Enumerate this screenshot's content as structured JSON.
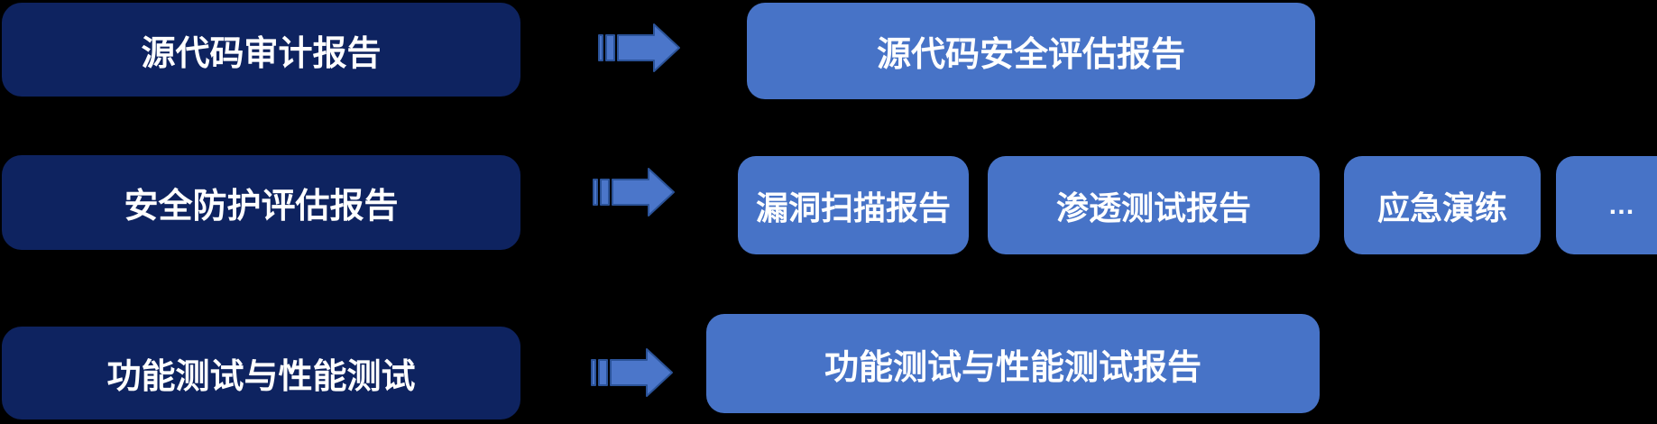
{
  "colors": {
    "background": "#000000",
    "dark_box": "#0E2360",
    "light_box": "#4773C7",
    "arrow_fill": "#4B76CA",
    "arrow_stroke": "#2B5399",
    "text": "#FFFFFF"
  },
  "diagram": {
    "rows": [
      {
        "source": "源代码审计报告",
        "outputs": [
          "源代码安全评估报告"
        ]
      },
      {
        "source": "安全防护评估报告",
        "outputs": [
          "漏洞扫描报告",
          "渗透测试报告",
          "应急演练",
          "…"
        ]
      },
      {
        "source": "功能测试与性能测试",
        "outputs": [
          "功能测试与性能测试报告"
        ]
      }
    ]
  }
}
